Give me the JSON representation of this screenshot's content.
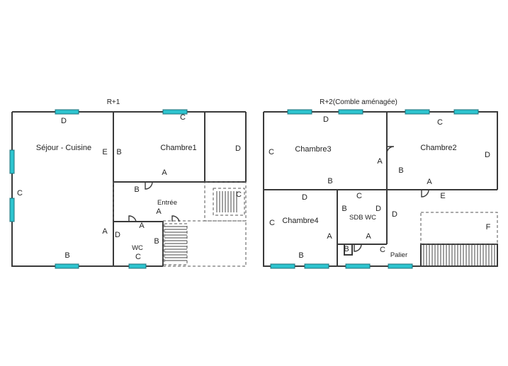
{
  "plans": [
    {
      "title": "R+1",
      "rooms": [
        "Séjour - Cuisine",
        "Chambre1",
        "Entrée",
        "WC"
      ],
      "wall_letters": [
        "D",
        "C",
        "E",
        "B",
        "D",
        "C",
        "B",
        "A",
        "A",
        "A",
        "D",
        "A",
        "B",
        "C",
        "B",
        "C"
      ]
    },
    {
      "title": "R+2(Comble aménagée)",
      "rooms": [
        "Chambre3",
        "Chambre2",
        "Chambre4",
        "SDB WC",
        "Palier"
      ],
      "wall_letters": [
        "D",
        "C",
        "C",
        "A",
        "B",
        "B",
        "D",
        "D",
        "C",
        "A",
        "E",
        "C",
        "B",
        "D",
        "D",
        "A",
        "A",
        "B",
        "B",
        "C",
        "F"
      ]
    }
  ],
  "colors": {
    "wall": "#3a3a3a",
    "window": "#2ec4cf"
  }
}
